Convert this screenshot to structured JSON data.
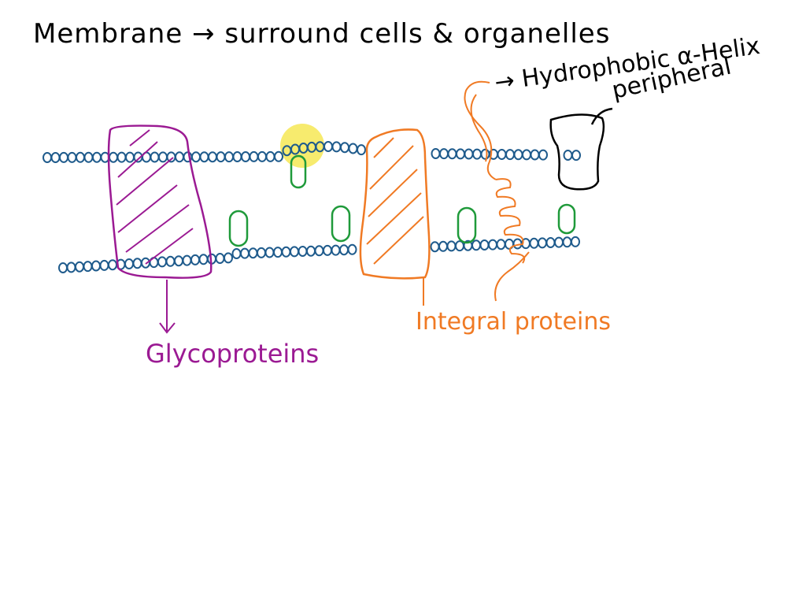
{
  "title": "Membrane → surround cells & organelles",
  "labels": {
    "hydrophobic": "→ Hydrophobic α-Helix",
    "peripheral": "peripheral",
    "glycoproteins": "Glycoproteins",
    "integral": "Integral proteins"
  },
  "colors": {
    "membrane": "#1f5b8c",
    "glycoprotein": "#9b1a93",
    "integral": "#f07a24",
    "lipid": "#1f9a3a",
    "peripheral": "#000000",
    "highlight": "#f5e64a"
  }
}
